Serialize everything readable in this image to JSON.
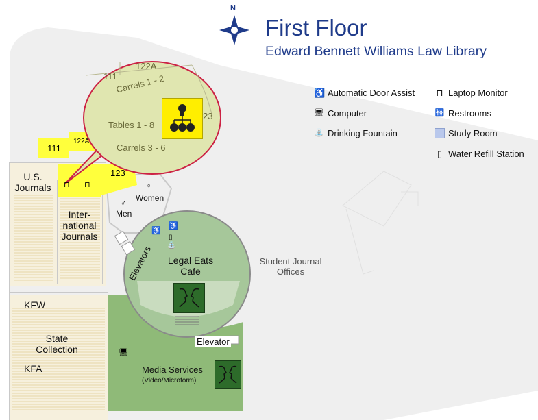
{
  "header": {
    "title": "First Floor",
    "subtitle": "Edward Bennett Williams Law Library",
    "compass_label": "N"
  },
  "legend": [
    {
      "icon": "accessible-door-icon",
      "glyph": "♿",
      "label": "Automatic Door Assist"
    },
    {
      "icon": "computer-icon",
      "glyph": "🖥",
      "label": "Computer"
    },
    {
      "icon": "drinking-fountain-icon",
      "glyph": "⛲",
      "label": "Drinking Fountain"
    },
    {
      "icon": "laptop-monitor-icon",
      "glyph": "⊓",
      "label": "Laptop Monitor"
    },
    {
      "icon": "restrooms-icon",
      "glyph": "🚻",
      "label": "Restrooms"
    },
    {
      "icon": "study-room-icon",
      "glyph": "",
      "label": "Study Room"
    },
    {
      "icon": "water-refill-icon",
      "glyph": "▯",
      "label": "Water Refill Station"
    }
  ],
  "rooms": {
    "r111": "111",
    "r122a": "122A",
    "r123": "123",
    "us_journals": "U.S.\nJournals",
    "international_journals": "Inter-\nnational\nJournals",
    "men": "Men",
    "women": "Women",
    "elevators": "Elevators",
    "cafe": "Legal Eats\nCafe",
    "student_journal_offices": "Student Journal\nOffices",
    "elevator": "Elevator",
    "kfw": "KFW",
    "kfa": "KFA",
    "state_collection": "State\nCollection",
    "media_services": "Media Services",
    "media_services_sub": "(Video/Microform)"
  },
  "callout": {
    "r111": "111",
    "r122a": "122A",
    "r23": "23",
    "carrels_1_2": "Carrels 1 - 2",
    "tables_1_8": "Tables 1 - 8",
    "carrels_3_6": "Carrels 3 - 6"
  },
  "colors": {
    "title_blue": "#1f3b8a",
    "study_yellow": "#ffff3c",
    "media_green": "#8fba78",
    "cafe_green": "#a6c79a",
    "floor_gray": "#efefef",
    "shelf_beige": "#f3e7c9"
  }
}
